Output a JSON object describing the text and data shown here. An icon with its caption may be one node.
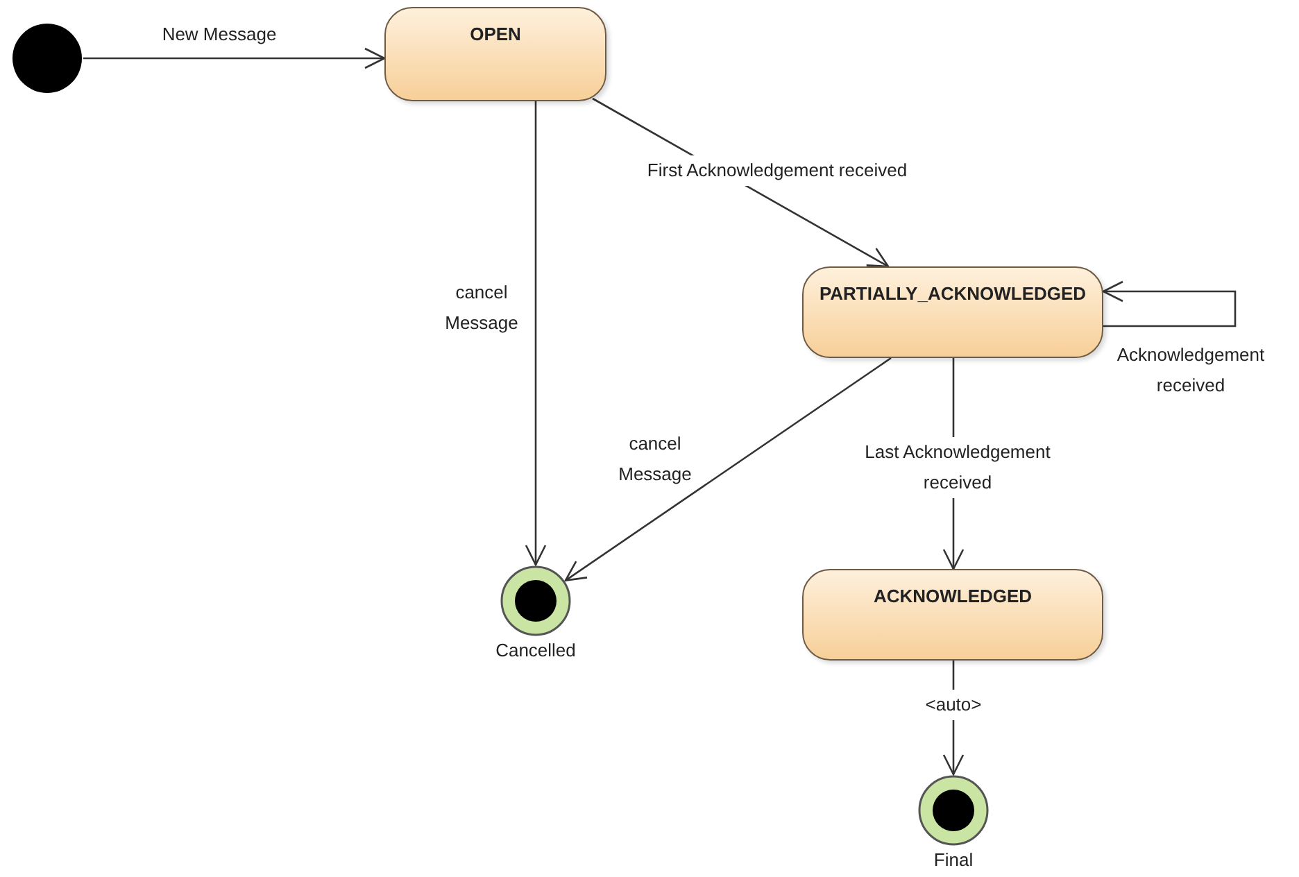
{
  "diagram": {
    "nodes": [
      {
        "text": [],
        "shape": "circle"
      },
      {
        "text": [
          "OPEN"
        ]
      },
      {
        "text": [
          "PARTIALLY_ACKNOWLEDGED"
        ]
      },
      {
        "text": [
          "ACKNOWLEDGED"
        ]
      },
      {
        "text": [
          "Cancelled"
        ]
      },
      {
        "text": [
          "Final"
        ]
      }
    ],
    "edges": [
      {
        "from": 0,
        "to": 1,
        "arrow": "to",
        "label": "New Message"
      },
      {
        "from": 1,
        "to": 4,
        "arrow": "to",
        "label": "cancel Message"
      },
      {
        "from": 1,
        "to": 2,
        "arrow": "to",
        "label": "First Acknowledgement received"
      },
      {
        "from": 2,
        "to": 2,
        "arrow": "to",
        "label": "Acknowledgement received"
      },
      {
        "from": 2,
        "to": 4,
        "arrow": "to",
        "label": "cancel Message"
      },
      {
        "from": 2,
        "to": 3,
        "arrow": "to",
        "label": "Last Acknowledgement received"
      },
      {
        "from": 3,
        "to": 5,
        "arrow": "to",
        "label": "<auto>"
      }
    ]
  }
}
